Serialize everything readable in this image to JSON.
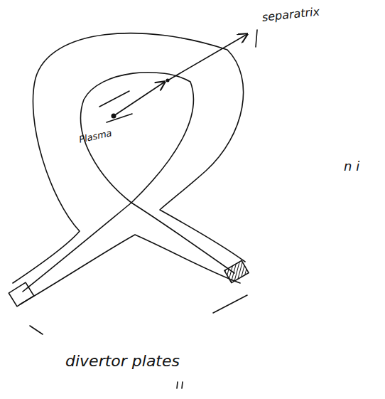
{
  "diagram": {
    "labels": [
      "separatrix",
      "Plasma",
      "n i",
      "divertor plates"
    ]
  }
}
